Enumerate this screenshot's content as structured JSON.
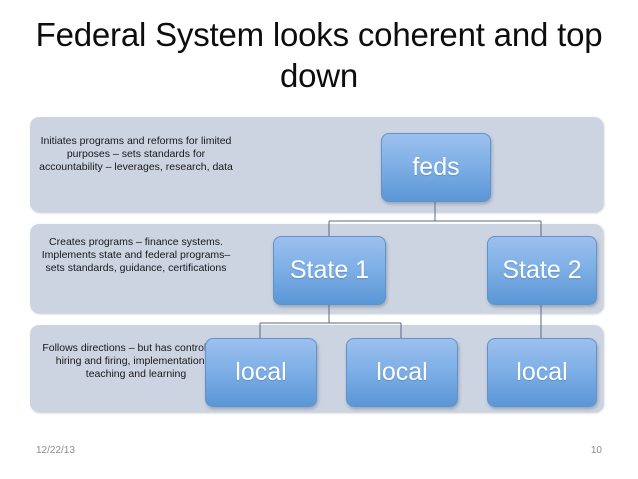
{
  "slide": {
    "title": "Federal System looks coherent and top down",
    "footer": {
      "date": "12/22/13",
      "page_number": "10"
    },
    "colors": {
      "band_fill": "#ccd4e2",
      "node_fill_top": "#9cc0ee",
      "node_fill_bottom": "#5b96d6",
      "node_border": "#5e93cc",
      "node_text": "#ffffff",
      "title_text": "#0d0d0d",
      "footer_text": "#8d8d8d",
      "connector_line": "#5a6a7d",
      "background": "#ffffff"
    }
  },
  "bands": [
    {
      "id": "federal-level",
      "description": "Initiates programs and reforms for limited purposes – sets standards for accountability – leverages, research, data"
    },
    {
      "id": "state-level",
      "description": "Creates programs – finance systems. Implements state and federal programs– sets standards, guidance, certifications"
    },
    {
      "id": "local-level",
      "description": "Follows directions – but has control over hiring and firing, implementation of teaching and learning"
    }
  ],
  "nodes": {
    "feds": "feds",
    "state_1": "State 1",
    "state_2": "State 2",
    "local_1": "local",
    "local_2": "local",
    "local_3": "local"
  },
  "chart_data": {
    "type": "diagram",
    "diagram_kind": "org-chart",
    "title": "Federal System looks coherent and top down",
    "levels": [
      {
        "level": 1,
        "name": "federal",
        "nodes": [
          "feds"
        ]
      },
      {
        "level": 2,
        "name": "state",
        "nodes": [
          "State 1",
          "State 2"
        ]
      },
      {
        "level": 3,
        "name": "local",
        "nodes": [
          "local",
          "local",
          "local"
        ]
      }
    ],
    "edges": [
      {
        "from": "feds",
        "to": "State 1"
      },
      {
        "from": "feds",
        "to": "State 2"
      },
      {
        "from": "State 1",
        "to": "local_1"
      },
      {
        "from": "State 1",
        "to": "local_2"
      },
      {
        "from": "State 2",
        "to": "local_3"
      }
    ]
  }
}
